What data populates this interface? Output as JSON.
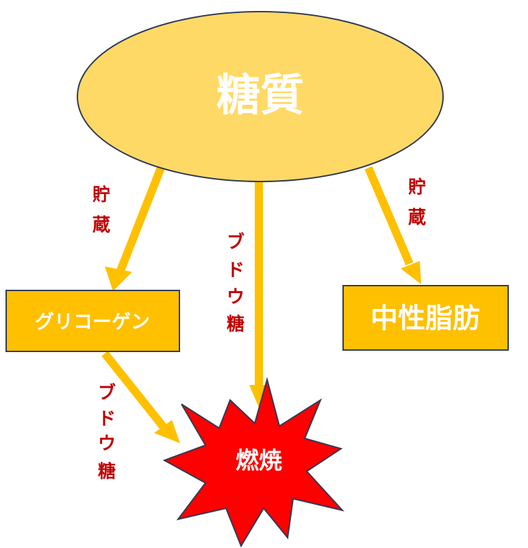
{
  "nodes": {
    "source": {
      "label": "糖質"
    },
    "glycogen": {
      "label": "グリコーゲン"
    },
    "fat": {
      "label": "中性脂肪"
    },
    "burn": {
      "label": "燃焼"
    }
  },
  "edges": {
    "to_glycogen": {
      "label": "貯蔵"
    },
    "to_burn": {
      "label": "ブドウ糖"
    },
    "to_fat": {
      "label": "貯蔵"
    },
    "glycogen_to_burn": {
      "label": "ブドウ糖"
    }
  },
  "colors": {
    "ellipse_fill": "#ffd966",
    "ellipse_stroke": "#2f3a56",
    "box_fill": "#ffc000",
    "box_stroke": "#2f3a56",
    "arrow": "#ffc000",
    "burst_fill": "#ff0000",
    "burst_stroke": "#2f3a56",
    "label_red": "#c00000",
    "node_text": "#ffffff"
  }
}
